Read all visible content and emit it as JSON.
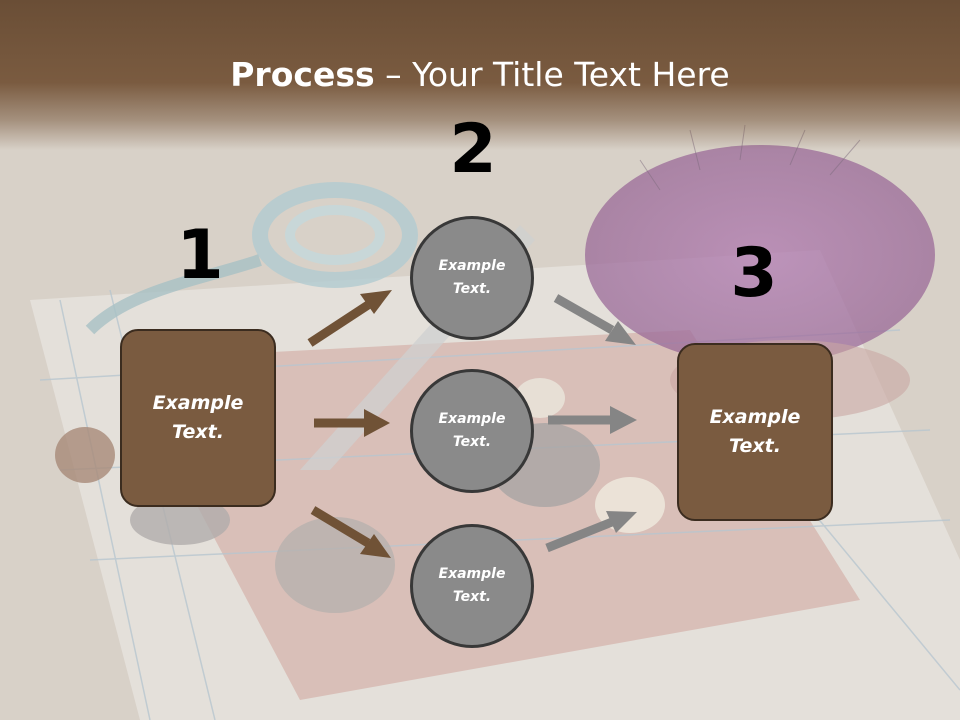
{
  "slide": {
    "title_bold": "Process",
    "title_rest": " – Your Title Text Here"
  },
  "steps": {
    "one": "1",
    "two": "2",
    "three": "3"
  },
  "boxes": {
    "left_line1": "Example",
    "left_line2": "Text.",
    "right_line1": "Example",
    "right_line2": "Text."
  },
  "circles": [
    {
      "line1": "Example",
      "line2": "Text."
    },
    {
      "line1": "Example",
      "line2": "Text."
    },
    {
      "line1": "Example",
      "line2": "Text."
    }
  ],
  "colors": {
    "brown": "#7a5b40",
    "arrow_brown": "#705236",
    "arrow_gray": "#858585",
    "circle_gray": "#8a8a8a"
  }
}
